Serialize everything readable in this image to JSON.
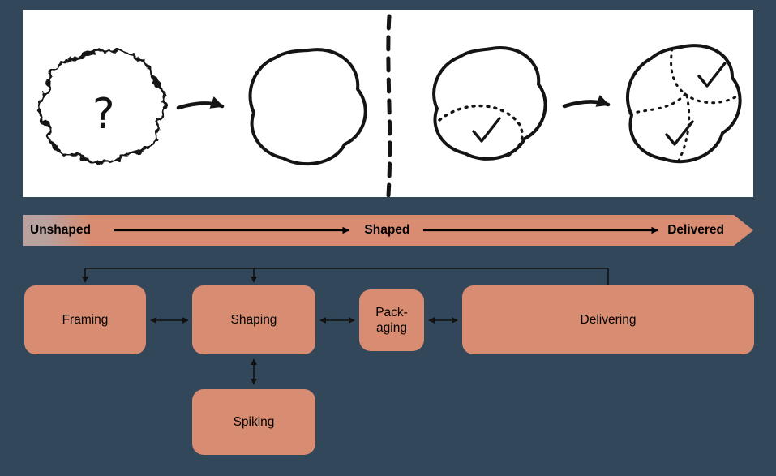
{
  "theme": {
    "bg": "#32475A",
    "panel": "#FFFFFF",
    "accent": "#D88D72",
    "ink": "#141414"
  },
  "sketch": {
    "question_mark": "?",
    "stage_icons": [
      "unshaped-scribble-blob",
      "shaped-blob",
      "scoped-blob-one-check",
      "scoped-blob-multi-check"
    ]
  },
  "banner": {
    "unshaped": "Unshaped",
    "shaped": "Shaped",
    "delivered": "Delivered"
  },
  "flowchart": {
    "boxes": [
      {
        "id": "framing",
        "label": "Framing"
      },
      {
        "id": "shaping",
        "label": "Shaping"
      },
      {
        "id": "packaging",
        "line1": "Pack-",
        "line2": "aging"
      },
      {
        "id": "delivering",
        "label": "Delivering"
      },
      {
        "id": "spiking",
        "label": "Spiking"
      }
    ]
  }
}
